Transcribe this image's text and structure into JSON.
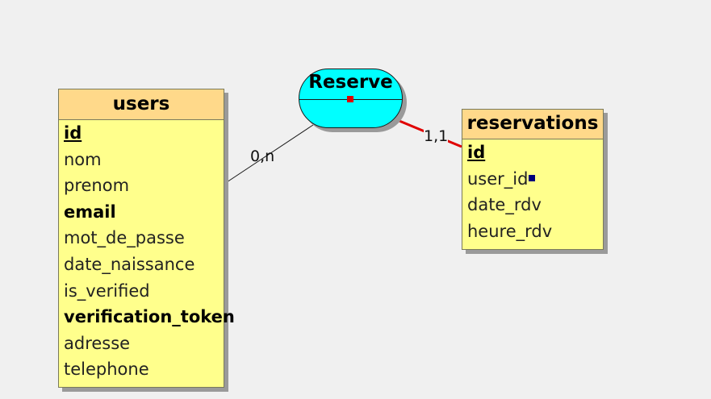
{
  "association": {
    "name": "Reserve",
    "fill_color": "#00ffff"
  },
  "users": {
    "title": "users",
    "header_color": "#ffd98a",
    "body_color": "#ffff8c",
    "attributes": [
      {
        "name": "id",
        "style": "key"
      },
      {
        "name": "nom",
        "style": "normal"
      },
      {
        "name": "prenom",
        "style": "normal"
      },
      {
        "name": "email",
        "style": "bold"
      },
      {
        "name": "mot_de_passe",
        "style": "normal"
      },
      {
        "name": "date_naissance",
        "style": "normal"
      },
      {
        "name": "is_verified",
        "style": "normal"
      },
      {
        "name": "verification_token",
        "style": "bold"
      },
      {
        "name": "adresse",
        "style": "normal"
      },
      {
        "name": "telephone",
        "style": "normal"
      }
    ]
  },
  "reservations": {
    "title": "reservations",
    "attributes": [
      {
        "name": "id",
        "style": "key"
      },
      {
        "name": "user_id",
        "style": "foreign-key"
      },
      {
        "name": "date_rdv",
        "style": "normal"
      },
      {
        "name": "heure_rdv",
        "style": "normal"
      }
    ]
  },
  "links": {
    "users_cardinality": "0,n",
    "reservations_cardinality": "1,1",
    "strong_link_color": "#e00000"
  }
}
